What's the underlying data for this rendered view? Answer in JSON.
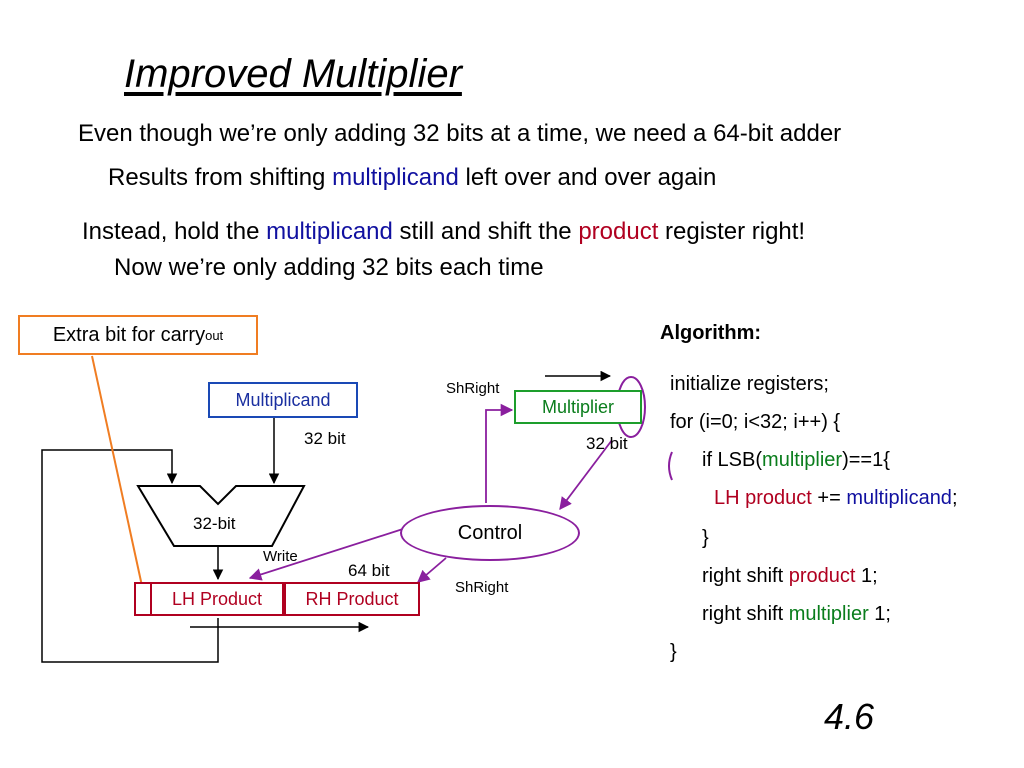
{
  "title": "Improved Multiplier",
  "bullets": {
    "line1": "Even though we’re only adding 32 bits at a time, we need a 64-bit adder",
    "line2_pre": "Results from shifting ",
    "line2_hl": "multiplicand",
    "line2_post": " left over and over again",
    "line3_pre": "Instead, hold the ",
    "line3_hl1": "multiplicand",
    "line3_mid": " still and shift the ",
    "line3_hl2": "product",
    "line3_post": " register right!",
    "line4": "Now we’re only adding 32 bits each time"
  },
  "diagram": {
    "carry_box_label": "Extra bit for carry",
    "carry_box_sub": "out",
    "multiplicand": "Multiplicand",
    "multiplicand_width": "32 bit",
    "multiplier": "Multiplier",
    "multiplier_width": "32 bit",
    "shright_top": "ShRight",
    "shright_bottom": "ShRight",
    "alu": "32-bit",
    "write": "Write",
    "product_width": "64 bit",
    "lh_product": "LH Product",
    "rh_product": "RH Product",
    "control": "Control"
  },
  "algorithm": {
    "heading": "Algorithm:",
    "l1": "initialize registers;",
    "l2": "for (i=0; i<32; i++) {",
    "l3_pre": "if LSB(",
    "l3_hl": "multiplier",
    "l3_post": ")==1{",
    "l4_hl1": "LH product",
    "l4_mid": " += ",
    "l4_hl2": "multiplicand",
    "l4_post": ";",
    "l5": "}",
    "l6_pre": "right shift ",
    "l6_hl": "product",
    "l6_post": " 1;",
    "l7_pre": "right shift ",
    "l7_hl": "multiplier",
    "l7_post": " 1;",
    "l8": "}"
  },
  "slide_number": "4.6",
  "colors": {
    "blue_text": "#1010a0",
    "red_text": "#b00020",
    "green_text": "#0a7d1c",
    "control_purple": "#8a1f9e",
    "callout_orange": "#f07d22"
  }
}
